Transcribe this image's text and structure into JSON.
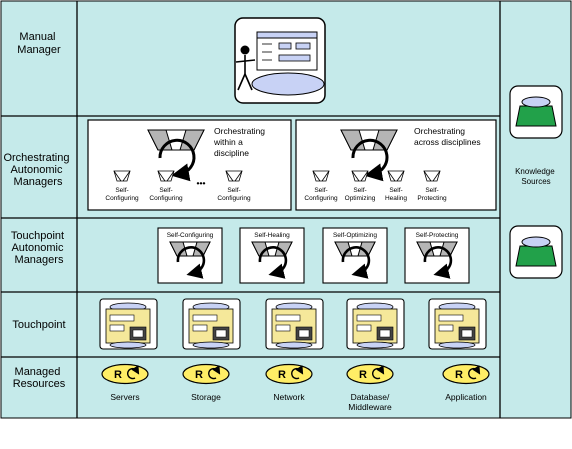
{
  "colors": {
    "background": "#c5eaea",
    "knowledge_green": "#22a14a",
    "resource_yellow": "#ffee66",
    "ellipse_blue": "#c8d2f5",
    "touchpoint_yellow": "#f5e89a"
  },
  "rows": {
    "manual": [
      "Manual",
      "Manager"
    ],
    "orchestrating": [
      "Orchestrating",
      "Autonomic",
      "Managers"
    ],
    "touchpoint_am": [
      "Touchpoint",
      "Autonomic",
      "Managers"
    ],
    "touchpoint": [
      "Touchpoint"
    ],
    "managed": [
      "Managed",
      "Resources"
    ]
  },
  "knowledge": [
    "Knowledge",
    "Sources"
  ],
  "orchestration": {
    "left": {
      "title": [
        "Orchestrating",
        "within a",
        "discipline"
      ],
      "items": [
        [
          "Self-",
          "Configuring"
        ],
        [
          "Self-",
          "Configuring"
        ],
        [
          "Self-",
          "Configuring"
        ]
      ],
      "ellipsis": "•••"
    },
    "right": {
      "title": [
        "Orchestrating",
        "across disciplines"
      ],
      "items": [
        [
          "Self-",
          "Configuring"
        ],
        [
          "Self-",
          "Optimizing"
        ],
        [
          "Self-",
          "Healing"
        ],
        [
          "Self-",
          "Protecting"
        ]
      ]
    }
  },
  "touchpoint_managers": [
    "Self-Configuring",
    "Self-Healing",
    "Self-Optimizing",
    "Self-Protecting"
  ],
  "resource_badge": "R",
  "resources": [
    [
      "Servers"
    ],
    [
      "Storage"
    ],
    [
      "Network"
    ],
    [
      "Database/",
      "Middleware"
    ],
    [
      "Application"
    ]
  ]
}
